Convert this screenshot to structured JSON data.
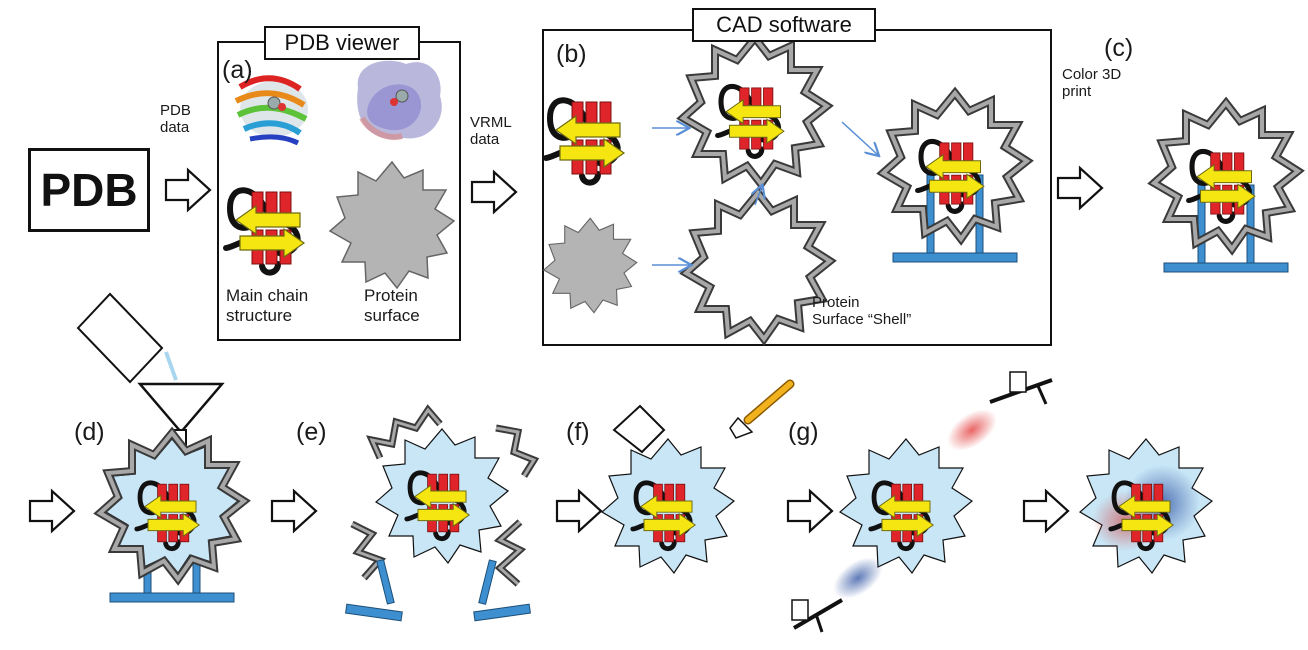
{
  "pdb_box": {
    "label": "PDB"
  },
  "flow_labels": {
    "pdb_data": "PDB\ndata",
    "vrml_data": "VRML\ndata",
    "color_print": "Color 3D\nprint"
  },
  "panel_a": {
    "title": "PDB viewer",
    "step": "(a)",
    "main_chain": "Main chain\nstructure",
    "protein_surface": "Protein\nsurface"
  },
  "panel_b": {
    "title": "CAD software",
    "step": "(b)",
    "shell_label": "Protein\nSurface “Shell”"
  },
  "steps": {
    "c": "(c)",
    "d": "(d)",
    "e": "(e)",
    "f": "(f)",
    "g": "(g)"
  },
  "colors": {
    "helix_red": "#e0252a",
    "strand_yellow": "#f5e612",
    "support_blue": "#3d8fd0",
    "shell_gray": "#9a9a9a",
    "fill_lightblue": "#c8e6f6",
    "surface_gray": "#b4b4b4",
    "flow_arrow_blue": "#5a8fd6",
    "spray_red": "#e23232",
    "spray_blue": "#2a4fa0",
    "brush_orange": "#f2b21e"
  }
}
